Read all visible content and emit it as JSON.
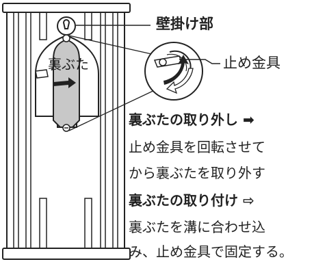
{
  "callouts": {
    "wall_mount": "壁掛け部",
    "stopper": "止め金具"
  },
  "cover_label": "裏ぶた",
  "instructions": {
    "removal_heading": "裏ぶたの取り外し",
    "removal_arrow": "➡",
    "removal_line1": "止め金具を回転させて",
    "removal_line2": "から裏ぶたを取り外す",
    "attach_heading": "裏ぶたの取り付け",
    "attach_arrow": "⇨",
    "attach_line1": "裏ぶたを溝に合わせ込",
    "attach_line2": "み、止め金具で固定する。"
  },
  "colors": {
    "outline": "#222222",
    "cover_fill": "#c8c8c8",
    "background": "#ffffff"
  }
}
